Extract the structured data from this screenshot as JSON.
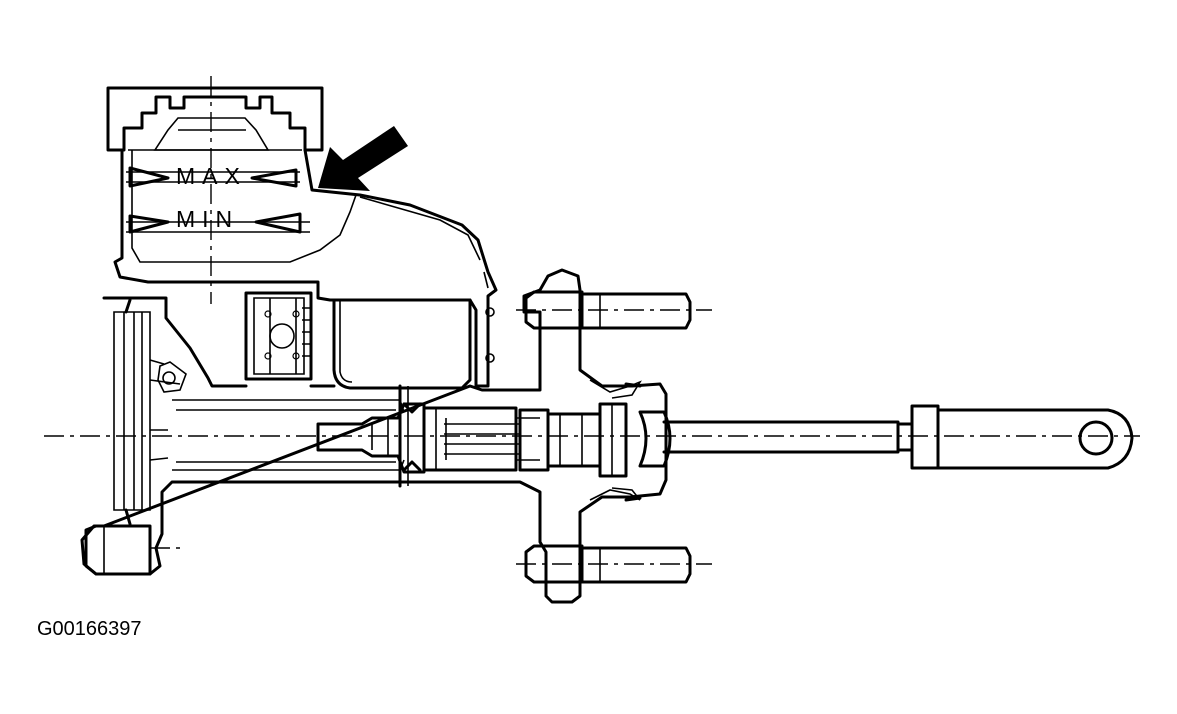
{
  "diagram": {
    "labels": {
      "max": "MAX",
      "min": "MIN"
    },
    "figure_id": "G00166397",
    "icons": {
      "pointer": "arrow-icon"
    }
  }
}
